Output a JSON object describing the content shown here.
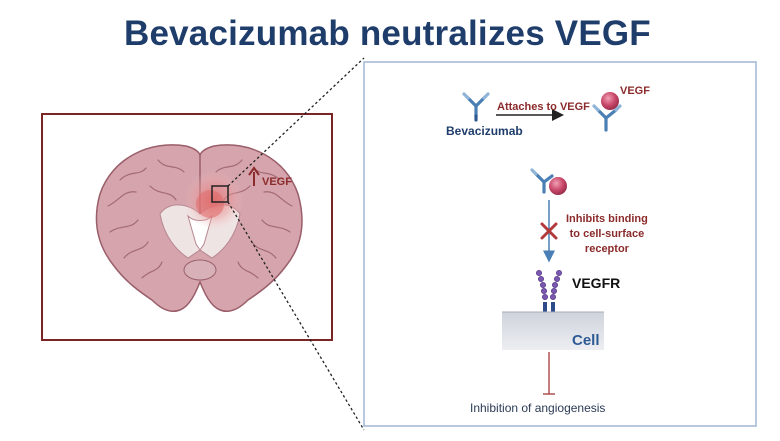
{
  "title": "Bevacizumab neutralizes VEGF",
  "brain_panel": {
    "vegf_label": "VEGF"
  },
  "detail_panel": {
    "antibody_label": "Bevacizumab",
    "attach_label": "Attaches to VEGF",
    "vegf_label": "VEGF",
    "inhibit_binding_lines": [
      "Inhibits binding",
      "to cell-surface",
      "receptor"
    ],
    "receptor_label": "VEGFR",
    "cell_label": "Cell",
    "outcome_label": "Inhibition of angiogenesis"
  },
  "colors": {
    "title": "#1f3d6b",
    "frame_red": "#7a2424",
    "panel_border": "#9fb6d6",
    "vegf_sphere": "#c9486a",
    "antibody": "#4a7fb5",
    "receptor": "#6b4a9a",
    "cell": "#e3e5ea",
    "brain": "#c48a96"
  }
}
